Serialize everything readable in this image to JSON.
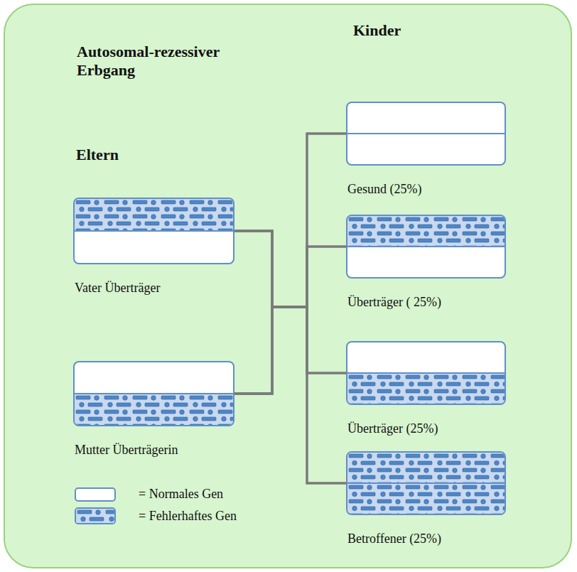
{
  "diagram": {
    "title": "Autosomal-rezessiver Erbgang",
    "nodes": [
      {
        "text": [
          "Vater Überträger"
        ]
      },
      {
        "text": [
          "Mutter Überträgerin"
        ]
      },
      {
        "text": [
          "Gesund (25%)"
        ]
      },
      {
        "text": [
          "Überträger ( 25%)"
        ]
      },
      {
        "text": [
          "Überträger (25%)"
        ]
      },
      {
        "text": [
          "Betroffener (25%)"
        ]
      }
    ],
    "edges": [
      {
        "from": 0,
        "to": 2,
        "arrow": "none"
      },
      {
        "from": 0,
        "to": 3,
        "arrow": "none"
      },
      {
        "from": 0,
        "to": 4,
        "arrow": "none"
      },
      {
        "from": 0,
        "to": 5,
        "arrow": "none"
      },
      {
        "from": 1,
        "to": 2,
        "arrow": "none"
      },
      {
        "from": 1,
        "to": 3,
        "arrow": "none"
      },
      {
        "from": 1,
        "to": 4,
        "arrow": "none"
      },
      {
        "from": 1,
        "to": 5,
        "arrow": "none"
      }
    ],
    "labels": [
      "Kinder",
      "Eltern"
    ],
    "legend": [
      {
        "text": "= Normales Gen",
        "color": "#ffffff"
      },
      {
        "text": "= Fehlerhaftes Gen"
      }
    ]
  }
}
